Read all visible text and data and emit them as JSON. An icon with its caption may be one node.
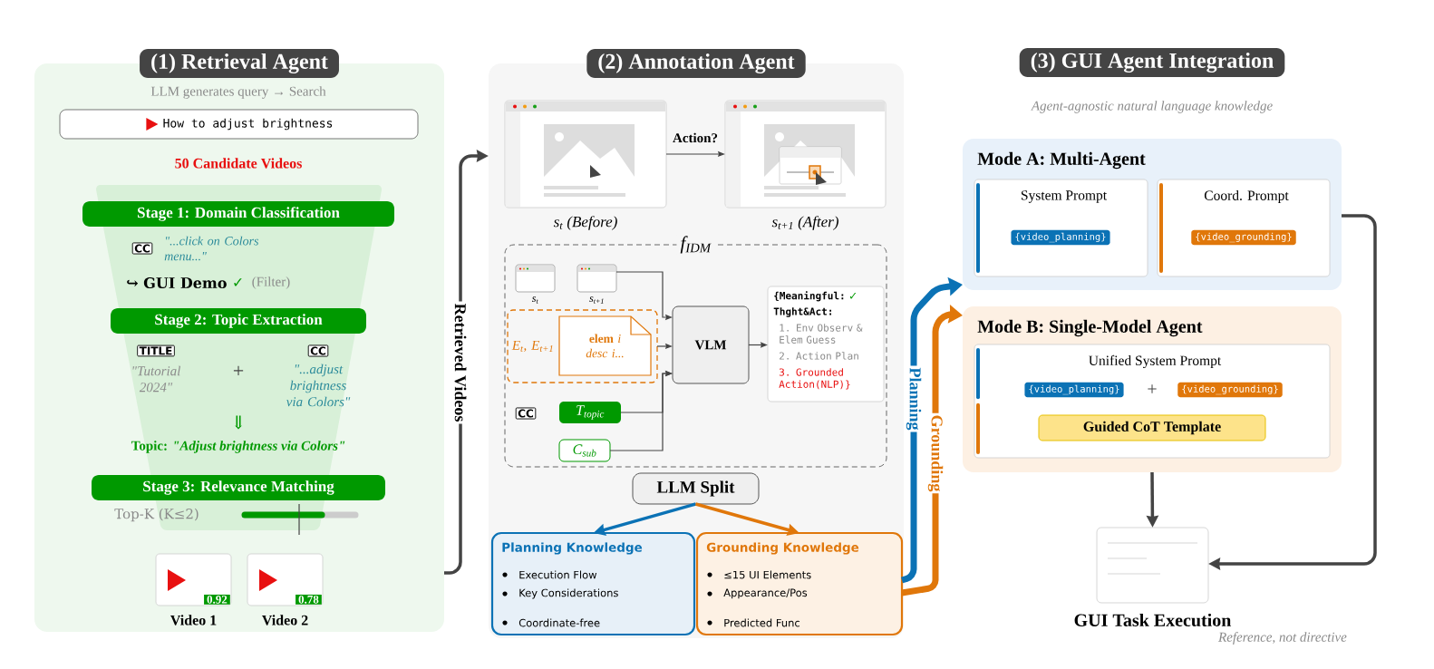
{
  "diagram": {
    "nodes": [
      {
        "text": [
          "(1) Retrieval Agent"
        ]
      },
      {
        "text": [
          "How to adjust brightness"
        ],
        "in": 0
      },
      {
        "text": [
          "Stage 1: Domain Classification"
        ],
        "in": 0
      },
      {
        "text": [
          "CC"
        ],
        "in": 0
      },
      {
        "text": [
          "Stage 2: Topic Extraction"
        ],
        "in": 0
      },
      {
        "text": [
          "TITLE"
        ],
        "in": 0
      },
      {
        "text": [
          "CC"
        ],
        "in": 0
      },
      {
        "text": [
          "Stage 3: Relevance Matching"
        ],
        "in": 0
      },
      {
        "text": [
          "0.92"
        ],
        "beside": [
          "Video 1"
        ],
        "in": 0
      },
      {
        "text": [
          "0.78"
        ],
        "beside": [
          "Video 2"
        ],
        "in": 0
      },
      {
        "text": [
          "(2) Annotation Agent"
        ]
      },
      {
        "text": [],
        "shape": "picture",
        "beside": [
          "s$_{t}$ (Before)"
        ],
        "in": 10
      },
      {
        "text": [],
        "shape": "picture",
        "beside": [
          "s$_{t+1}$ (After)"
        ],
        "in": 10
      },
      {
        "text": [
          "f$_{IDM}$"
        ],
        "in": 10
      },
      {
        "text": [],
        "shape": "picture",
        "beside": [
          "s$_{t}$"
        ],
        "in": 13
      },
      {
        "text": [],
        "shape": "picture",
        "beside": [
          "s$_{t+1}$"
        ],
        "in": 13
      },
      {
        "text": [
          "E$_{t}$, E$_{t+1}$"
        ],
        "in": 13
      },
      {
        "text": [
          "**elem** *i desc i...*"
        ],
        "in": 16
      },
      {
        "text": [
          "CC"
        ],
        "in": 13
      },
      {
        "text": [
          "T$_{topic}$"
        ],
        "in": 13
      },
      {
        "text": [
          "C$_{sub}$"
        ],
        "in": 13
      },
      {
        "text": [
          "VLM"
        ],
        "in": 13
      },
      {
        "text": [
          "{Meaningful:",
          "✓",
          "Thght&Act:",
          "1. Env Observ & Elem Guess",
          "2. Action Plan",
          "3. Grounded Action(NLP)}"
        ],
        "in": 13
      },
      {
        "text": [
          "LLM Split"
        ],
        "in": 10
      },
      {
        "text": [
          "Planning Knowledge",
          "Execution Flow",
          "Key Considerations",
          "Coordinate-free"
        ],
        "in": 10
      },
      {
        "text": [
          "Grounding Knowledge",
          "≤15 UI Elements",
          "Appearance/Pos",
          "Predicted Func"
        ],
        "in": 10
      },
      {
        "text": [
          "(3) GUI Agent Integration"
        ]
      },
      {
        "text": [
          "Mode A: Multi-Agent"
        ]
      },
      {
        "text": [
          "System Prompt"
        ],
        "in": 27
      },
      {
        "text": [
          "Coord. Prompt"
        ],
        "in": 27
      },
      {
        "text": [
          "{video_planning}"
        ],
        "in": 28
      },
      {
        "text": [
          "{video_grounding}"
        ],
        "in": 29
      },
      {
        "text": [
          "Mode B: Single-Model Agent"
        ]
      },
      {
        "text": [
          "Unified System Prompt"
        ],
        "in": 32
      },
      {
        "text": [
          "{video_planning}"
        ],
        "in": 33
      },
      {
        "text": [
          "{video_grounding}"
        ],
        "in": 33
      },
      {
        "text": [
          "Guided CoT Template"
        ],
        "in": 33
      },
      {
        "text": [],
        "shape": "picture",
        "beside": [
          "GUI Task Execution",
          "Reference, not directive"
        ]
      }
    ],
    "edges": [
      {
        "from": 0,
        "to": 10,
        "arrow": "to",
        "label": "Retrieved Videos"
      },
      {
        "from": 11,
        "to": 12,
        "arrow": "to",
        "label": "Action?"
      },
      {
        "from": 15,
        "to": 21,
        "arrow": "to"
      },
      {
        "from": 16,
        "to": 21,
        "arrow": "to"
      },
      {
        "from": 19,
        "to": 21,
        "arrow": "to"
      },
      {
        "from": 20,
        "to": 21,
        "arrow": "to"
      },
      {
        "from": 21,
        "to": 22,
        "arrow": "to"
      },
      {
        "from": 23,
        "to": 24,
        "arrow": "to",
        "color": "#0b72b5"
      },
      {
        "from": 23,
        "to": 25,
        "arrow": "to",
        "color": "#e0770a"
      },
      {
        "from": 25,
        "to": 27,
        "arrow": "to",
        "label": "Planning",
        "style": "thick",
        "color": "#0b72b5"
      },
      {
        "from": 25,
        "to": 32,
        "arrow": "to",
        "label": "Grounding",
        "style": "thick",
        "color": "#e0770a"
      },
      {
        "from": 32,
        "to": 37,
        "arrow": "to"
      },
      {
        "from": 27,
        "to": 37,
        "arrow": "to"
      }
    ],
    "labels": [
      "LLM generates query → Search",
      "50 Candidate Videos",
      "\"...click on Colors menu...\"",
      "↪ GUI Demo",
      "✓",
      "(Filter)",
      "\"Tutorial 2024\"",
      "+",
      "\"...adjust brightness via Colors\"",
      "⇓",
      "Topic: *\"Adjust brightness via Colors\"*",
      "Top-K (K≤2)",
      "Agent-agnostic natural language knowledge",
      "+"
    ]
  }
}
